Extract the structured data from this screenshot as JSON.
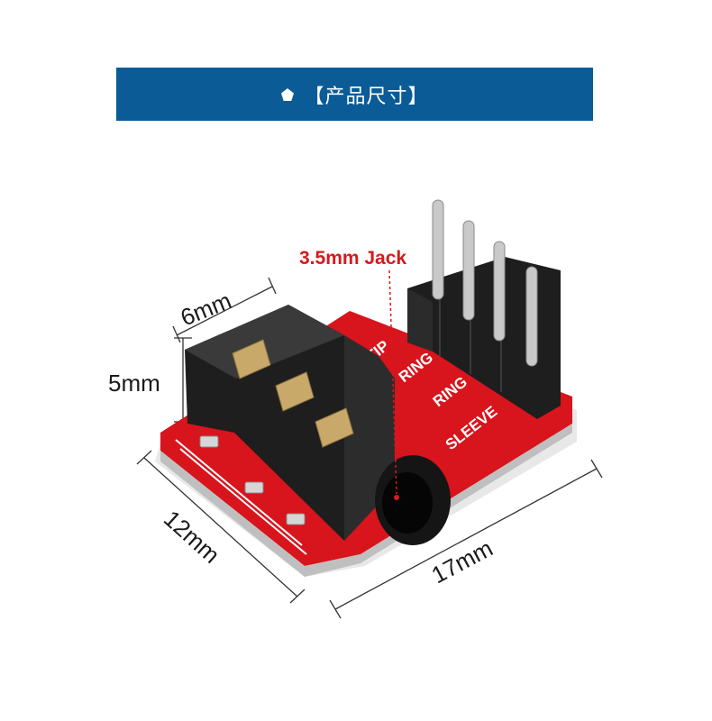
{
  "banner": {
    "title": "【产品尺寸】",
    "icon": "pentagon-icon",
    "background": "#0b5b96"
  },
  "annotations": {
    "jack_label": "3.5mm Jack",
    "jack_label_color": "#d7191c"
  },
  "dimensions": {
    "width_top": "6mm",
    "height": "5mm",
    "depth": "12mm",
    "length": "17mm"
  },
  "pcb_labels": {
    "tip": "TIP",
    "ring1": "RING",
    "ring2": "RING",
    "sleeve": "SLEEVE"
  },
  "colors": {
    "pcb_red": "#d8141c",
    "connector_black": "#1e1e1e",
    "gold_pad": "#c9a96a"
  }
}
